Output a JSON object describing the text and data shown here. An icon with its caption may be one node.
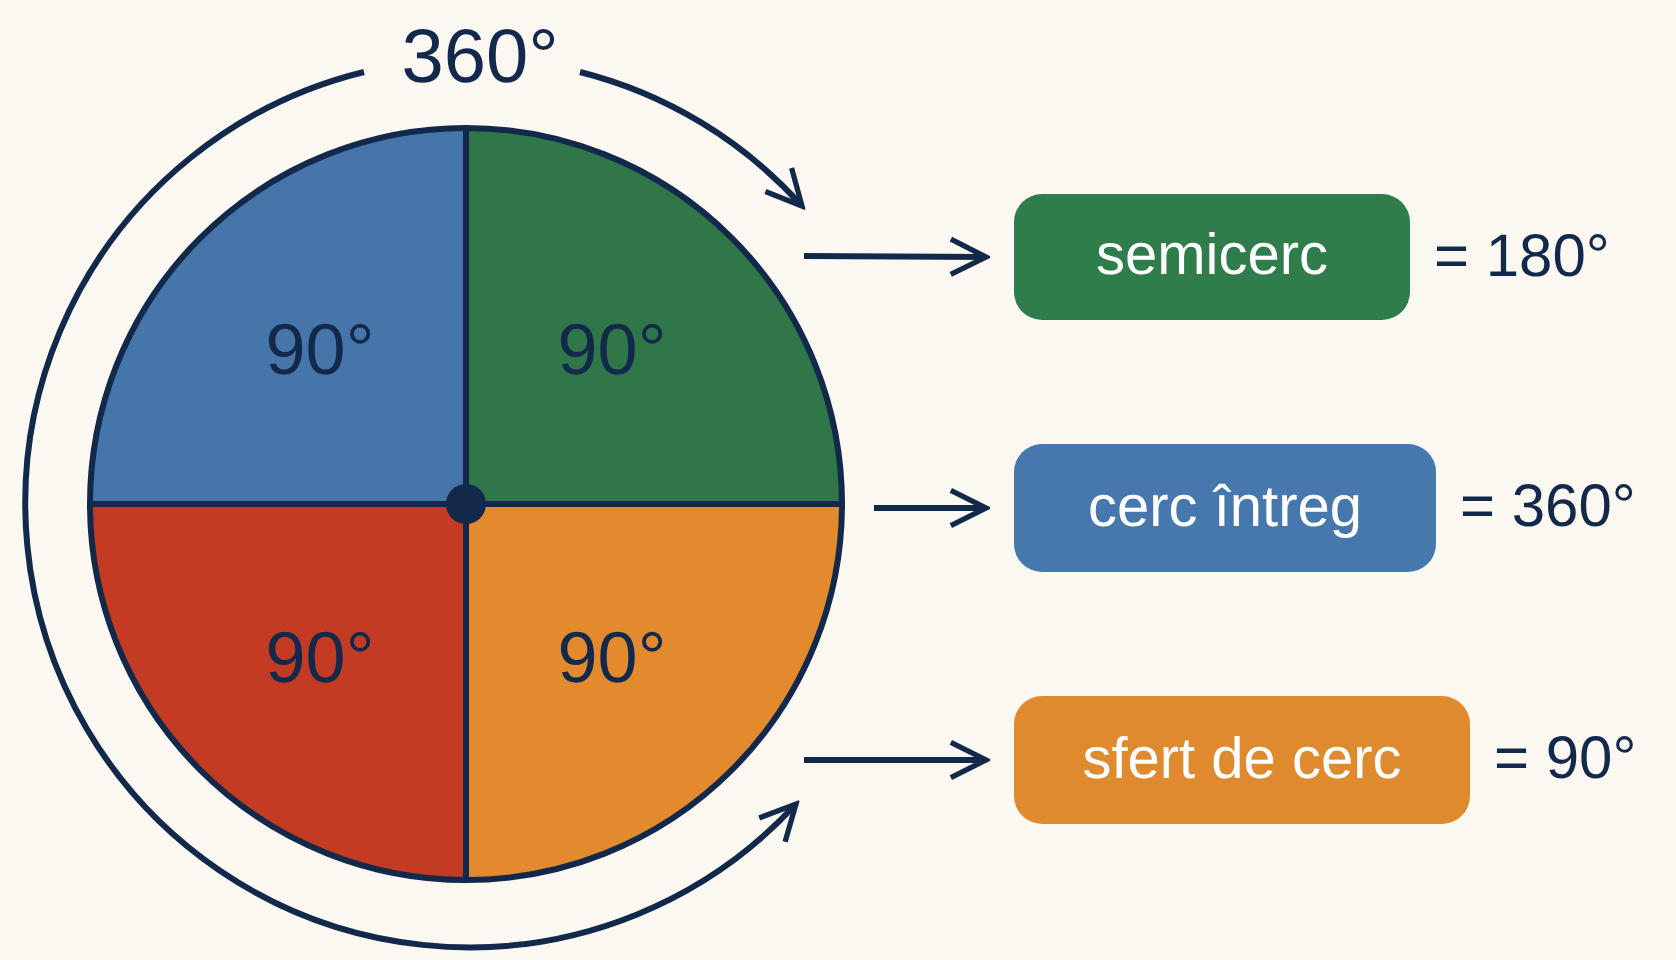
{
  "diagram": {
    "nodes": [
      {
        "text": [
          "90°"
        ]
      },
      {
        "text": [
          "90°"
        ]
      },
      {
        "text": [
          "90°"
        ]
      },
      {
        "text": [
          "90°"
        ]
      },
      {
        "text": [
          "semicerc"
        ],
        "beside": [
          "= 180°"
        ]
      },
      {
        "text": [
          "cerc întreg"
        ],
        "beside": [
          "= 360°"
        ]
      },
      {
        "text": [
          "sfert de cerc"
        ],
        "beside": [
          "= 90°"
        ]
      }
    ],
    "edges": [
      {
        "from": null,
        "to": 4,
        "arrow": "to"
      },
      {
        "from": null,
        "to": 5,
        "arrow": "to"
      },
      {
        "from": null,
        "to": 6,
        "arrow": "to"
      }
    ],
    "labels": [
      "360°"
    ]
  }
}
